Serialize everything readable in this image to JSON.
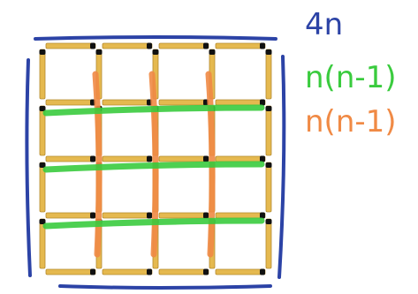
{
  "diagram": {
    "grid_size": 4,
    "colors": {
      "matchstick_fill": "#E5B94F",
      "matchstick_edge": "#B48A2F",
      "match_head": "#111111",
      "perimeter_outline": "#2C43A6",
      "horizontal_interior_highlight": "#3ACB3E",
      "vertical_interior_highlight": "#F08A45"
    }
  },
  "labels": {
    "perimeter_formula": "4n",
    "horizontal_interior_formula": "n(n-1)",
    "vertical_interior_formula": "n(n-1)"
  }
}
